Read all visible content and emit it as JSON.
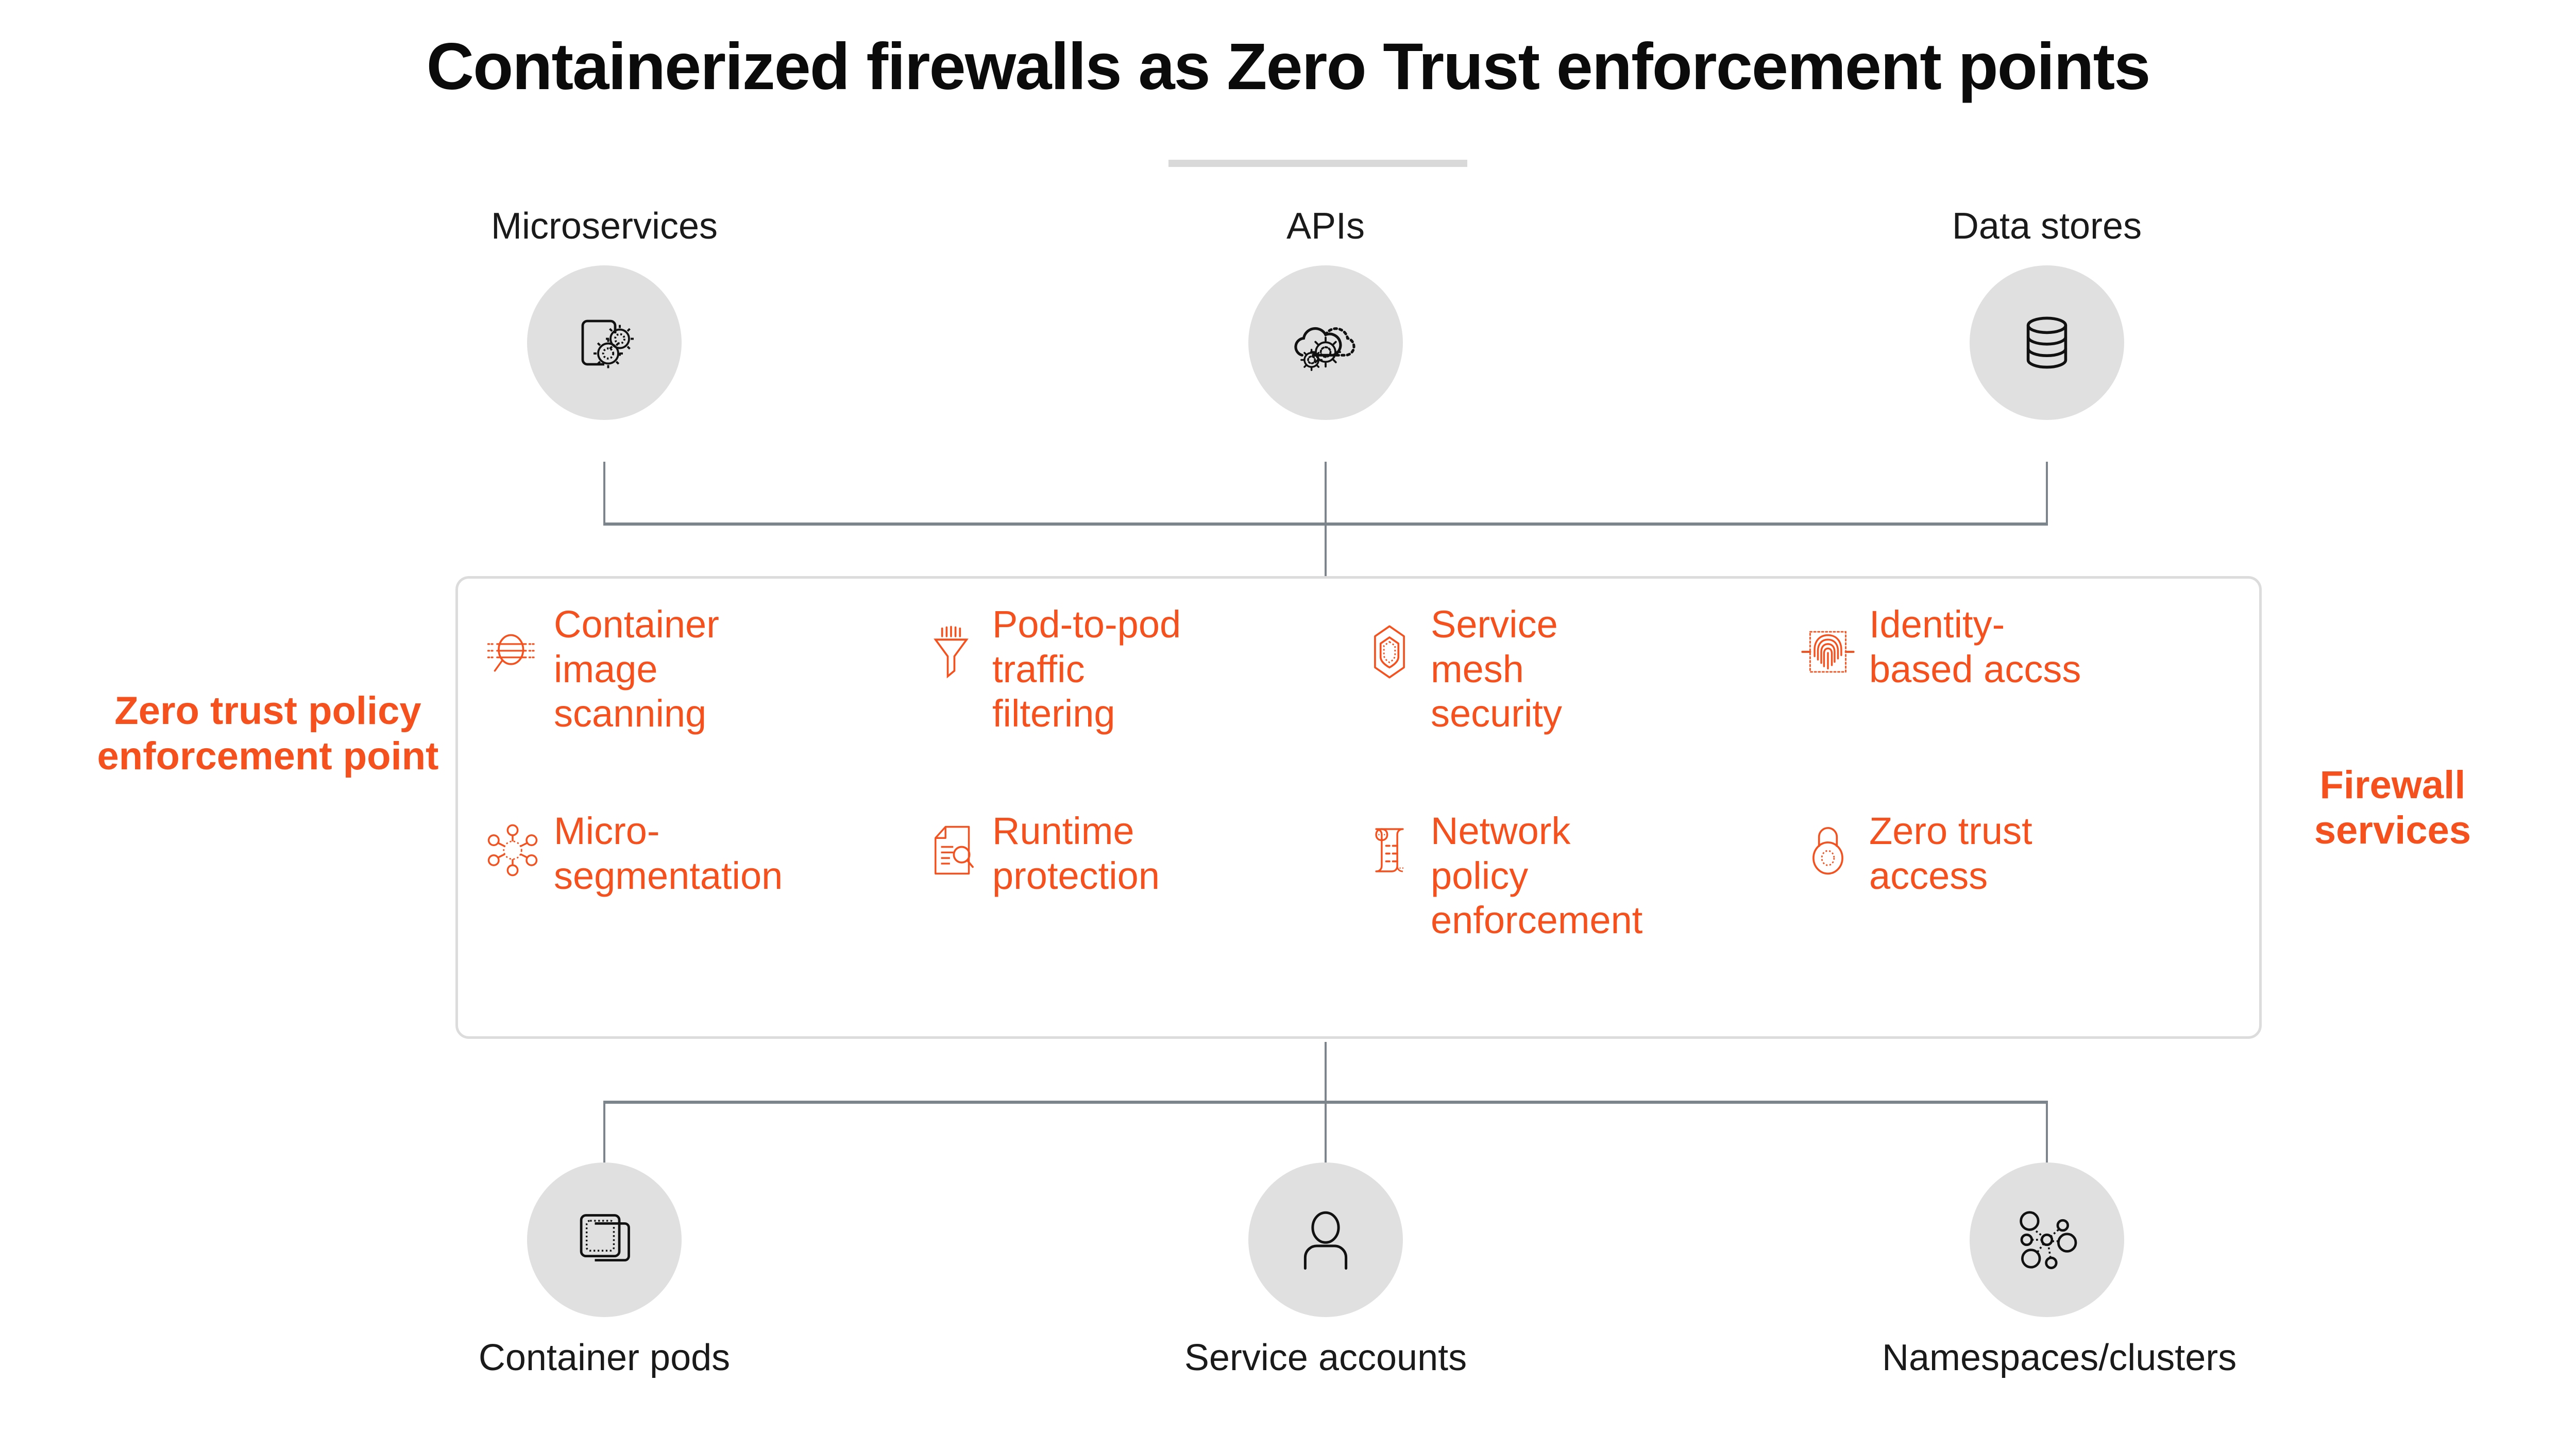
{
  "title": "Containerized firewalls as Zero Trust enforcement points",
  "colors": {
    "accent_orange": "#F4511E",
    "title_text": "#0B0B0B",
    "bubble_gray": "#E0E0E0",
    "connector_gray": "#7C848C",
    "panel_border": "#DCDCDC",
    "title_rule": "#D9D9D9",
    "background": "#FFFFFF"
  },
  "top_nodes": [
    {
      "label": "Microservices",
      "icon": "container-gears-icon"
    },
    {
      "label": "APIs",
      "icon": "cloud-gears-icon"
    },
    {
      "label": "Data stores",
      "icon": "database-cylinder-icon"
    }
  ],
  "bottom_nodes": [
    {
      "label": "Container pods",
      "icon": "stacked-cards-icon"
    },
    {
      "label": "Service accounts",
      "icon": "user-person-icon"
    },
    {
      "label": "Namespaces/clusters",
      "icon": "cluster-nodes-icon"
    }
  ],
  "side_labels": {
    "left": "Zero trust policy enforcement point",
    "right": "Firewall services"
  },
  "firewall_services": [
    {
      "label": "Container image scanning",
      "icon": "magnifier-scan-icon"
    },
    {
      "label": "Pod-to-pod traffic filtering",
      "icon": "funnel-filter-icon"
    },
    {
      "label": "Service mesh security",
      "icon": "shield-hexagon-icon"
    },
    {
      "label": "Identity-based accss",
      "icon": "fingerprint-scan-icon"
    },
    {
      "label": "Micro-segmentation",
      "icon": "network-nodes-icon"
    },
    {
      "label": "Runtime protection",
      "icon": "document-magnifier-icon"
    },
    {
      "label": "Network policy enforcement",
      "icon": "policy-scroll-icon"
    },
    {
      "label": "Zero trust access",
      "icon": "padlock-icon"
    }
  ]
}
